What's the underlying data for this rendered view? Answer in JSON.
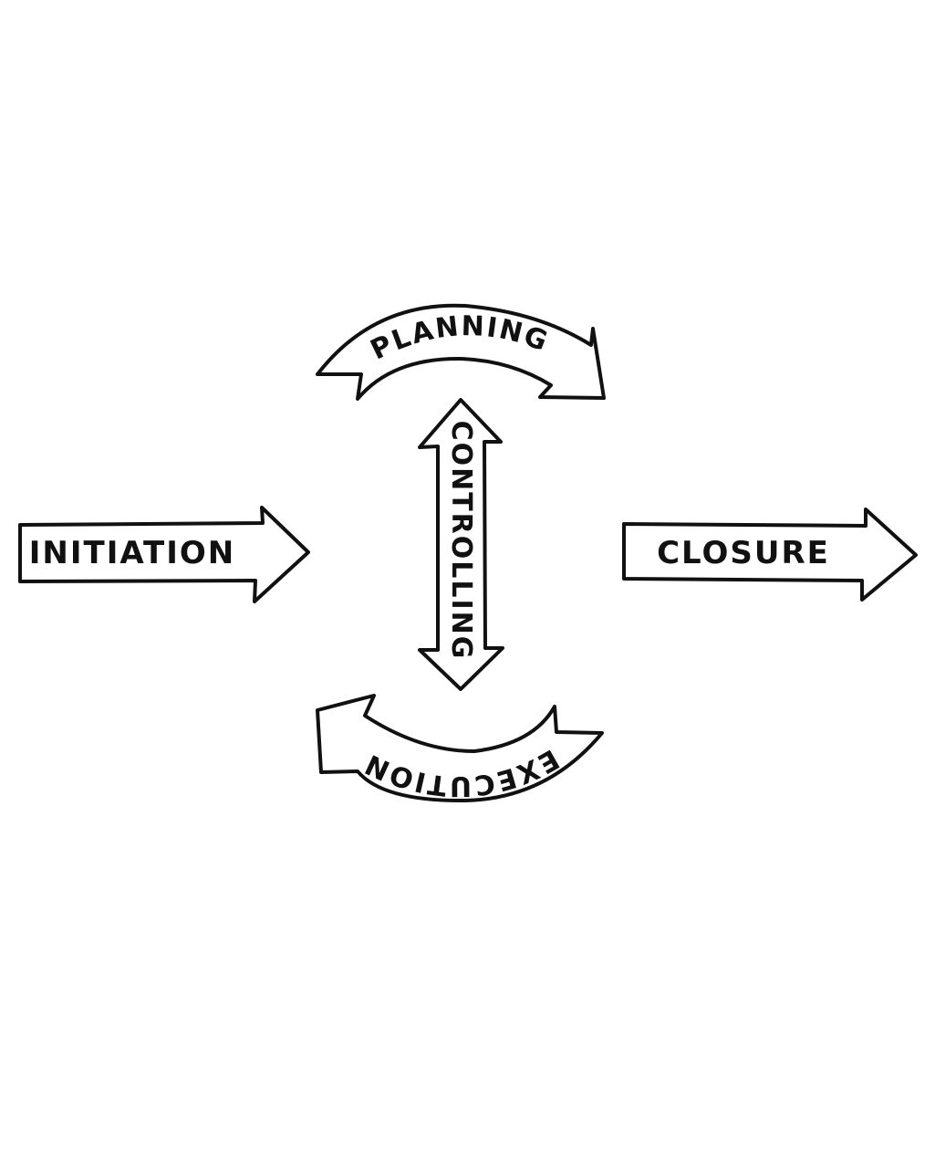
{
  "diagram": {
    "stages": {
      "initiation": {
        "label": "INITIATION"
      },
      "planning": {
        "label": "PLANNING"
      },
      "controlling": {
        "label": "CONTROLLING"
      },
      "execution": {
        "label": "EXECUTION"
      },
      "closure": {
        "label": "CLOSURE"
      }
    },
    "colors": {
      "stroke": "#111111",
      "fill": "#ffffff",
      "background": "#ffffff"
    }
  }
}
